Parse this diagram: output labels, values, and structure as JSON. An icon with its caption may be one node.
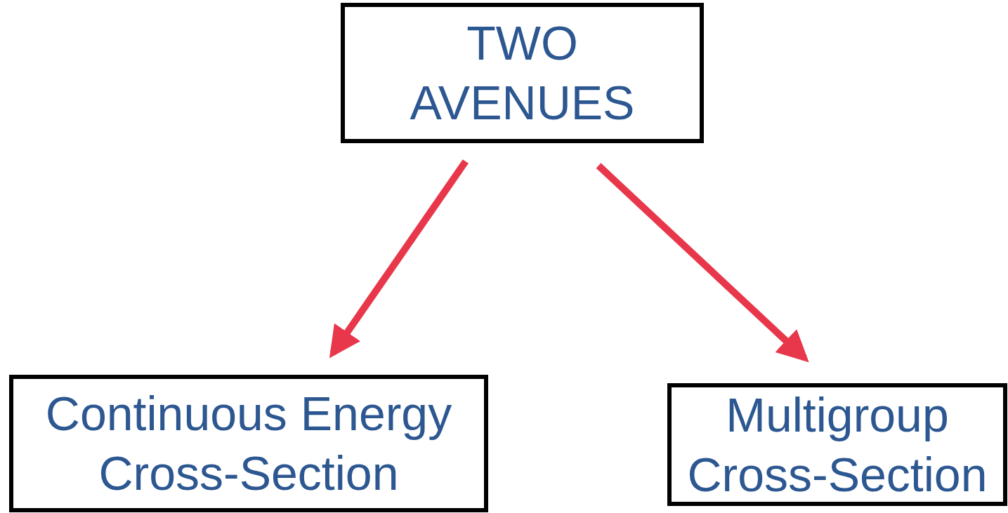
{
  "diagram": {
    "nodes": [
      {
        "text": [
          "TWO AVENUES"
        ]
      },
      {
        "text": [
          "Continuous Energy Cross-Section"
        ]
      },
      {
        "text": [
          "Multigroup Cross-Section"
        ]
      }
    ],
    "edges": [
      {
        "from": 0,
        "to": 1,
        "arrow": "to",
        "color": "#e8374b"
      },
      {
        "from": 0,
        "to": 2,
        "arrow": "to",
        "color": "#e8374b"
      }
    ]
  }
}
